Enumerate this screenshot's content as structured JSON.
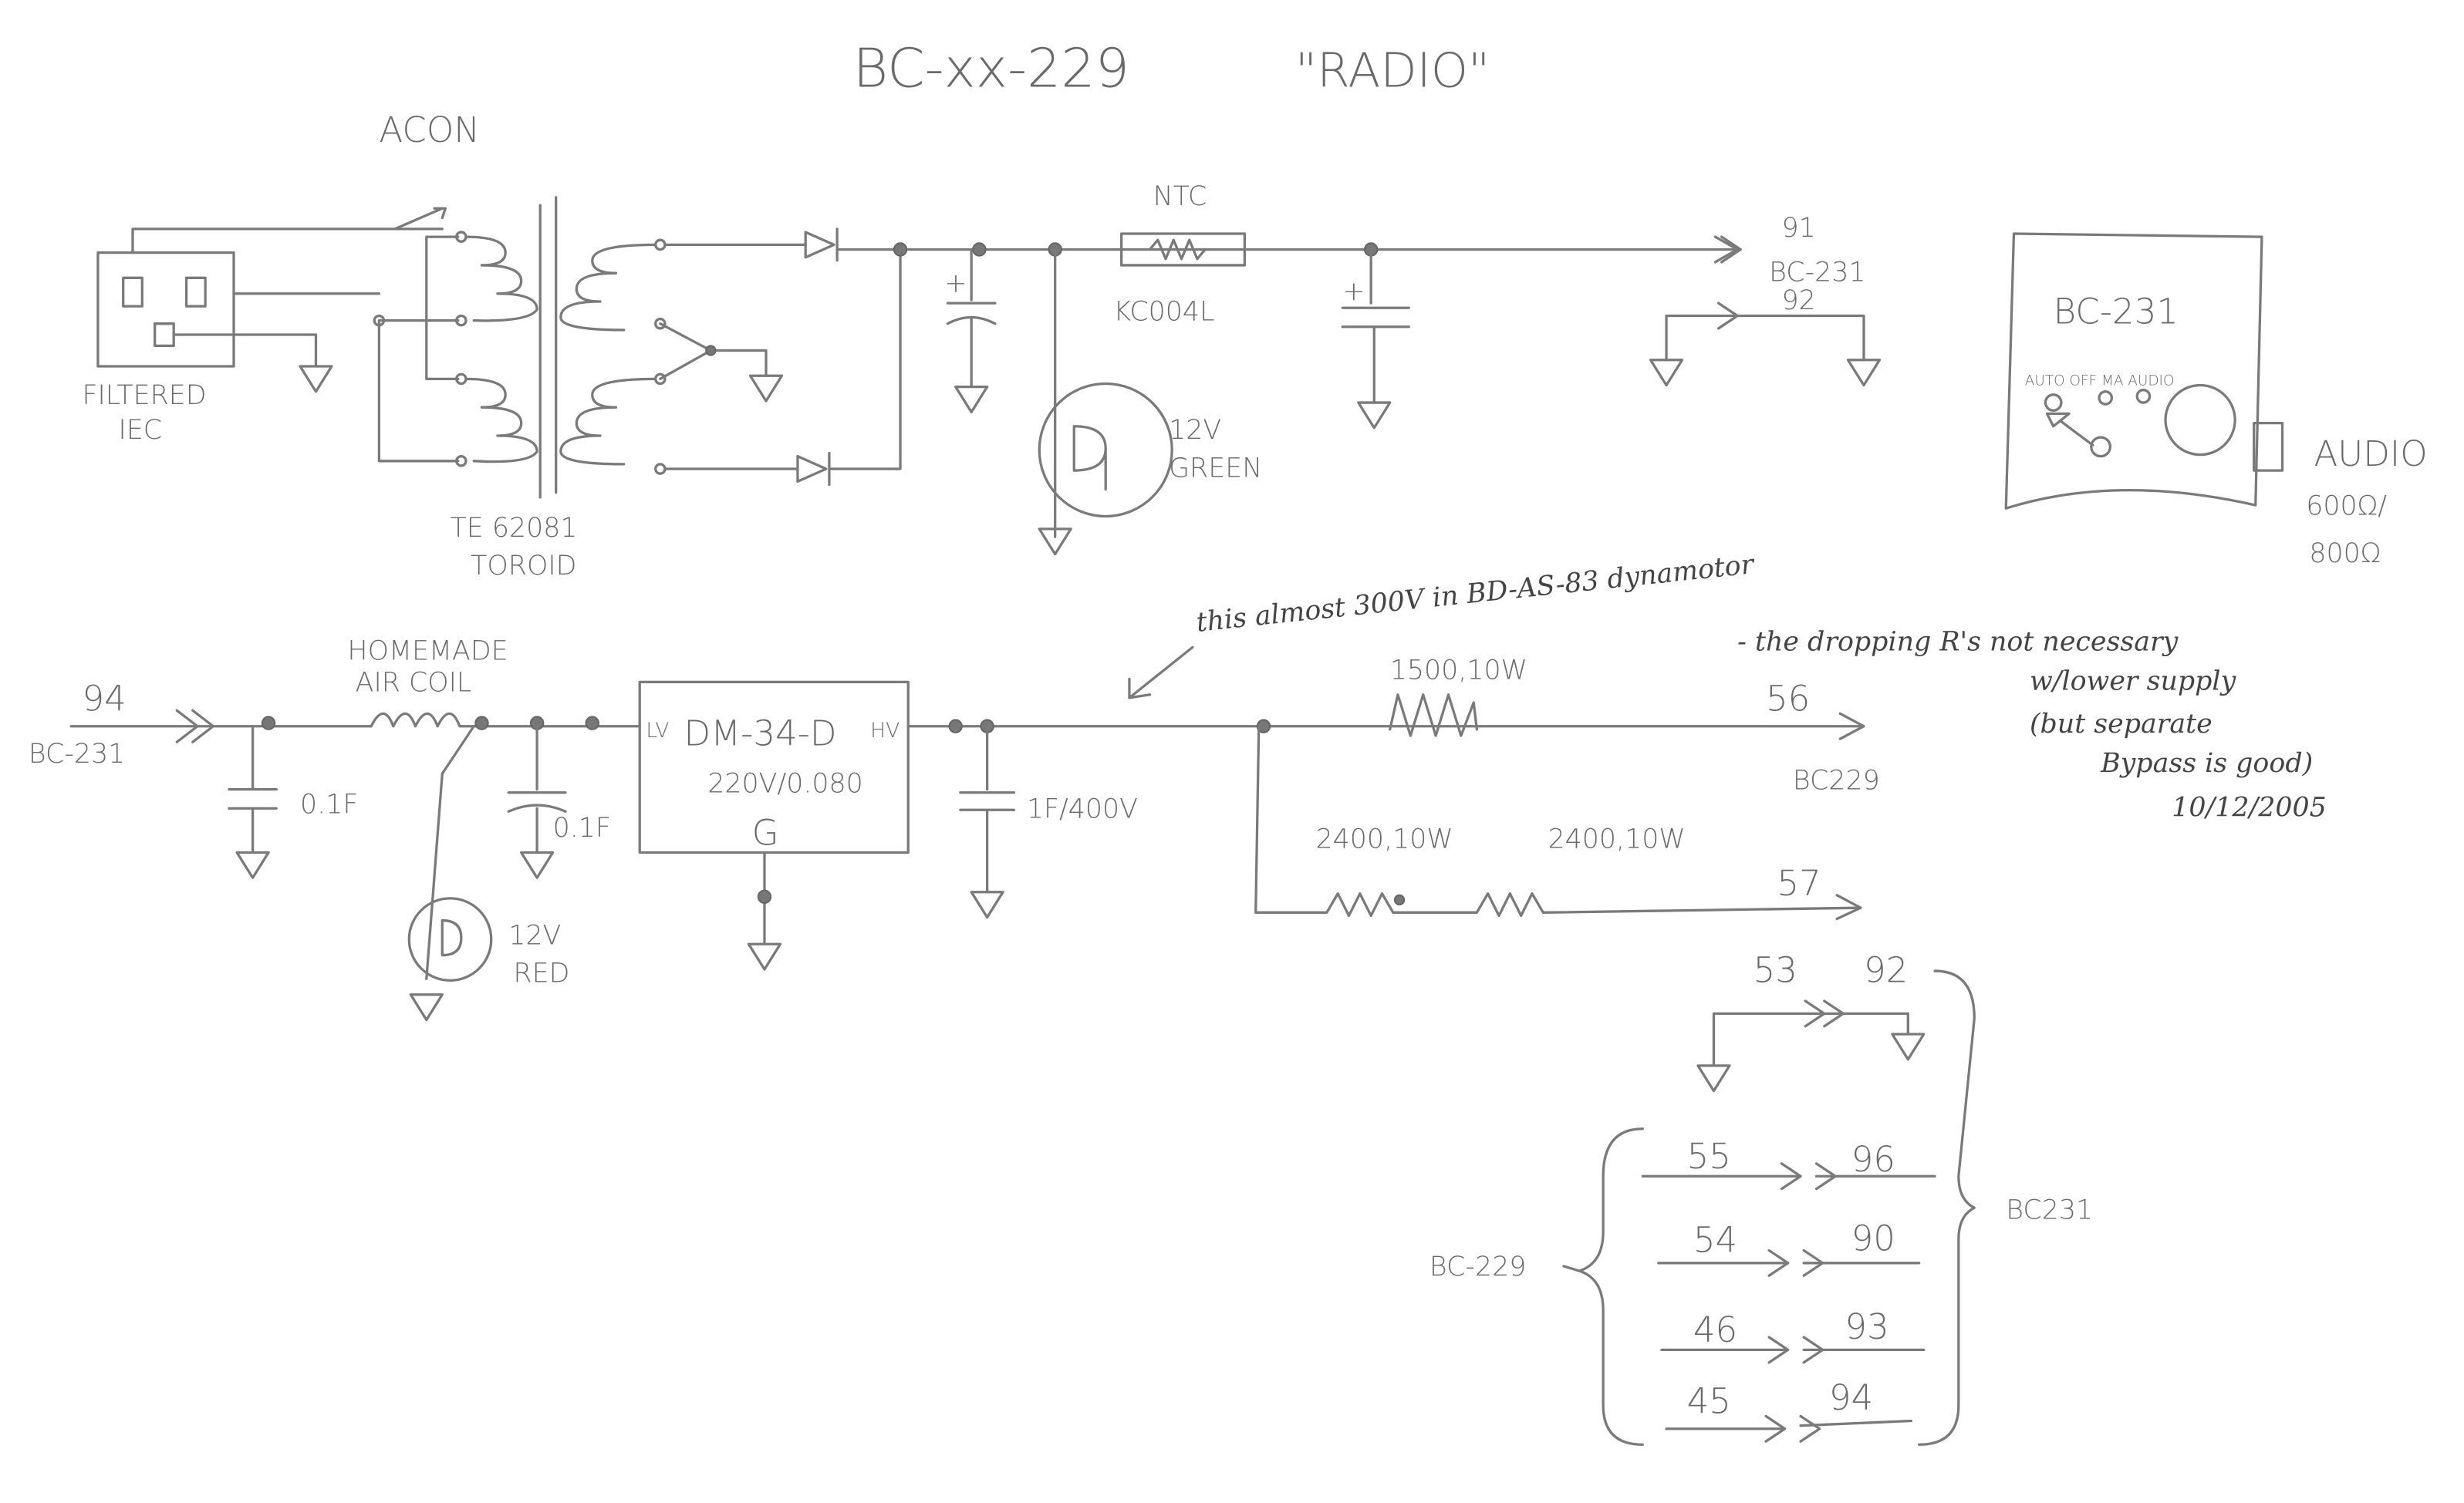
{
  "title": {
    "part": "BC-xx-229",
    "name": "\"RADIO\""
  },
  "power_supply": {
    "switch_label": "ACON",
    "iec_label_1": "FILTERED",
    "iec_label_2": "IEC",
    "transformer_label_1": "TE 62081",
    "transformer_label_2": "TOROID",
    "ntc_label": "NTC",
    "ntc_part": "KC004L",
    "led_voltage": "12V",
    "led_color": "GREEN",
    "out_pin_1": "91",
    "out_target": "BC-231",
    "out_pin_2": "92"
  },
  "bc231_box": {
    "title": "BC-231",
    "controls": "AUTO OFF MA AUDIO",
    "audio_label": "AUDIO",
    "impedance_1": "600Ω/",
    "impedance_2": "800Ω"
  },
  "dynamotor": {
    "in_pin": "94",
    "in_source": "BC-231",
    "coil_label_1": "HOMEMADE",
    "coil_label_2": "AIR COIL",
    "cap1": "0.1F",
    "cap2": "0.1F",
    "led_voltage": "12V",
    "led_color": "RED",
    "lv": "LV",
    "hv": "HV",
    "model": "DM-34-D",
    "rating": "220V/0.080",
    "ground": "G",
    "filter_cap": "1F/400V",
    "r1": "1500,10W",
    "out_pin_56": "56",
    "out_target": "BC229",
    "r2": "2400,10W",
    "r3": "2400,10W",
    "out_pin_57": "57"
  },
  "notes": {
    "line1": "this almost 300V in BD-AS-83 dynamotor",
    "line2": "- the dropping R's not necessary",
    "line3": "w/lower supply",
    "line4": "(but separate",
    "line5": "Bypass is good)",
    "date": "10/12/2005"
  },
  "interconnect": {
    "top_from": "53",
    "top_to": "92",
    "left_label": "BC-229",
    "right_label": "BC231",
    "rows": [
      {
        "from": "55",
        "to": "96"
      },
      {
        "from": "54",
        "to": "90"
      },
      {
        "from": "46",
        "to": "93"
      },
      {
        "from": "45",
        "to": "94"
      }
    ]
  }
}
